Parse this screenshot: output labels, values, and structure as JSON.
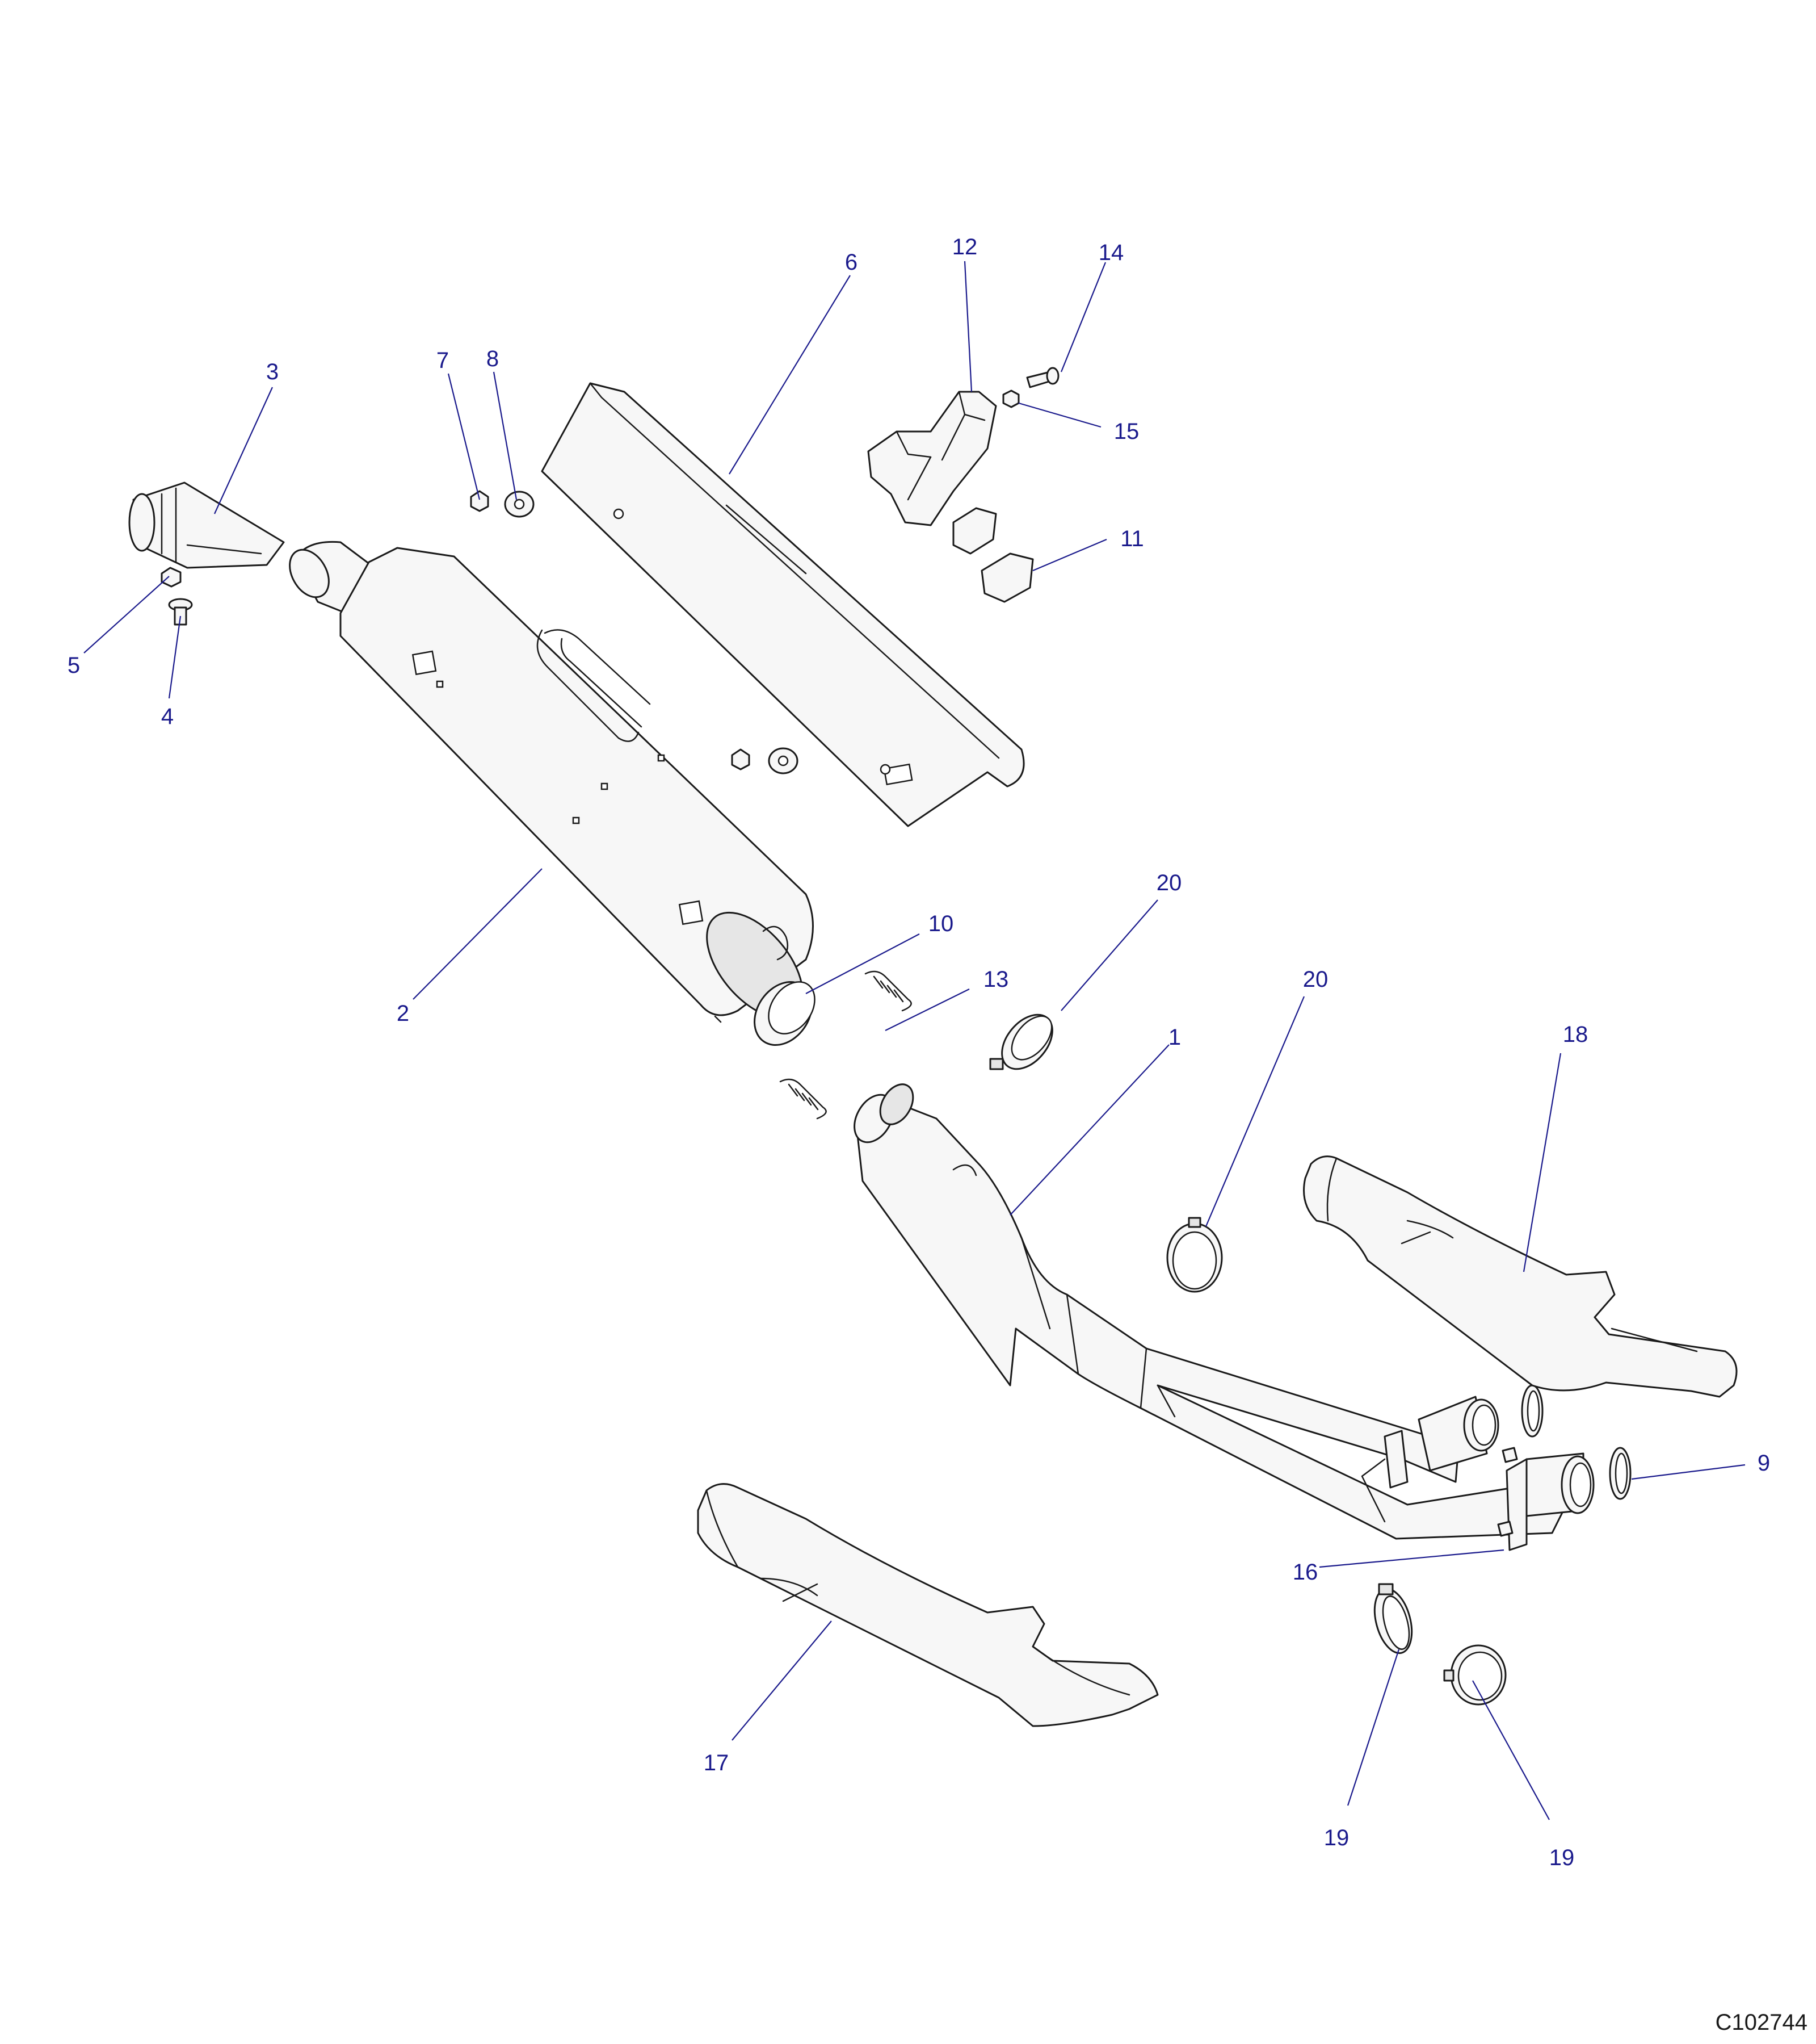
{
  "callouts": {
    "c1": "1",
    "c2": "2",
    "c3": "3",
    "c4": "4",
    "c5": "5",
    "c6": "6",
    "c7": "7",
    "c8": "8",
    "c9": "9",
    "c10": "10",
    "c11": "11",
    "c12": "12",
    "c13": "13",
    "c14": "14",
    "c15": "15",
    "c16": "16",
    "c17": "17",
    "c18": "18",
    "c19a": "19",
    "c19b": "19",
    "c20a": "20",
    "c20b": "20"
  },
  "diagram_code": "C102744",
  "colors": {
    "callout": "#1a1a8c",
    "line": "#1a1a1a",
    "part_fill": "#f7f7f7"
  }
}
